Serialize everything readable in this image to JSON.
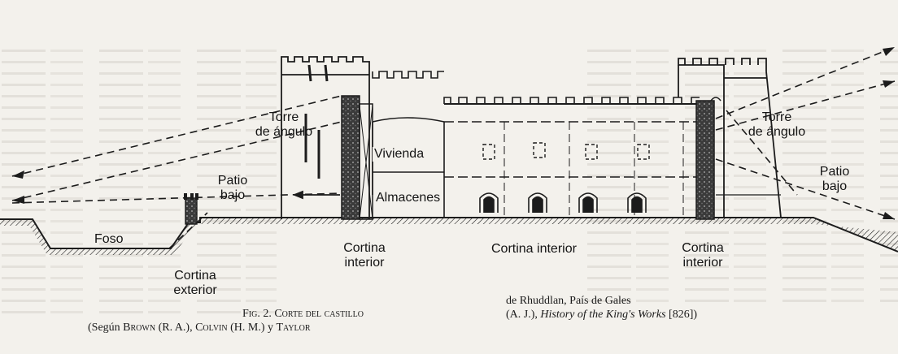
{
  "labels": {
    "torre_angulo_left": "Torre\nde ángulo",
    "torre_angulo_right": "Torre\nde ángulo",
    "patio_bajo_left": "Patio\nbajo",
    "patio_bajo_right": "Patio\nbajo",
    "vivienda": "Vivienda",
    "almacenes": "Almacenes",
    "foso": "Foso",
    "cortina_exterior": "Cortina\nexterior",
    "cortina_interior_left": "Cortina\ninterior",
    "cortina_interior_center": "Cortina interior",
    "cortina_interior_right": "Cortina\ninterior"
  },
  "caption": {
    "left_line1": "Fig. 2.  Corte del castillo",
    "left_line2_a": "(Según ",
    "left_line2_b": "Brown",
    "left_line2_c": " (R. A.), ",
    "left_line2_d": "Colvin",
    "left_line2_e": " (H. M.) y ",
    "left_line2_f": "Taylor",
    "right_line1": "de Rhuddlan, País de Gales",
    "right_line2_a": "(A. J.), ",
    "right_line2_b": "History of the King's Works",
    "right_line2_c": " [826])"
  },
  "colors": {
    "ink": "#1c1c1c",
    "paper": "#f3f1ec",
    "bleed_text": "#d9d6cf"
  }
}
